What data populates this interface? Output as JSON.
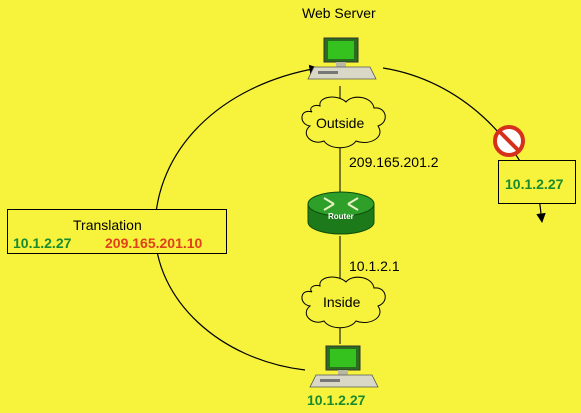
{
  "title": "Web Server",
  "clouds": {
    "outside": "Outside",
    "inside": "Inside"
  },
  "router": {
    "label": "Router"
  },
  "addresses": {
    "outside_if": "209.165.201.2",
    "inside_if": "10.1.2.1",
    "host": "10.1.2.27"
  },
  "translation": {
    "title": "Translation",
    "from": "10.1.2.27",
    "to": "209.165.201.10"
  },
  "blocked": {
    "address": "10.1.2.27"
  },
  "colors": {
    "background": "#f7f33c",
    "green": "#1a8a2e",
    "red": "#e0401a"
  }
}
